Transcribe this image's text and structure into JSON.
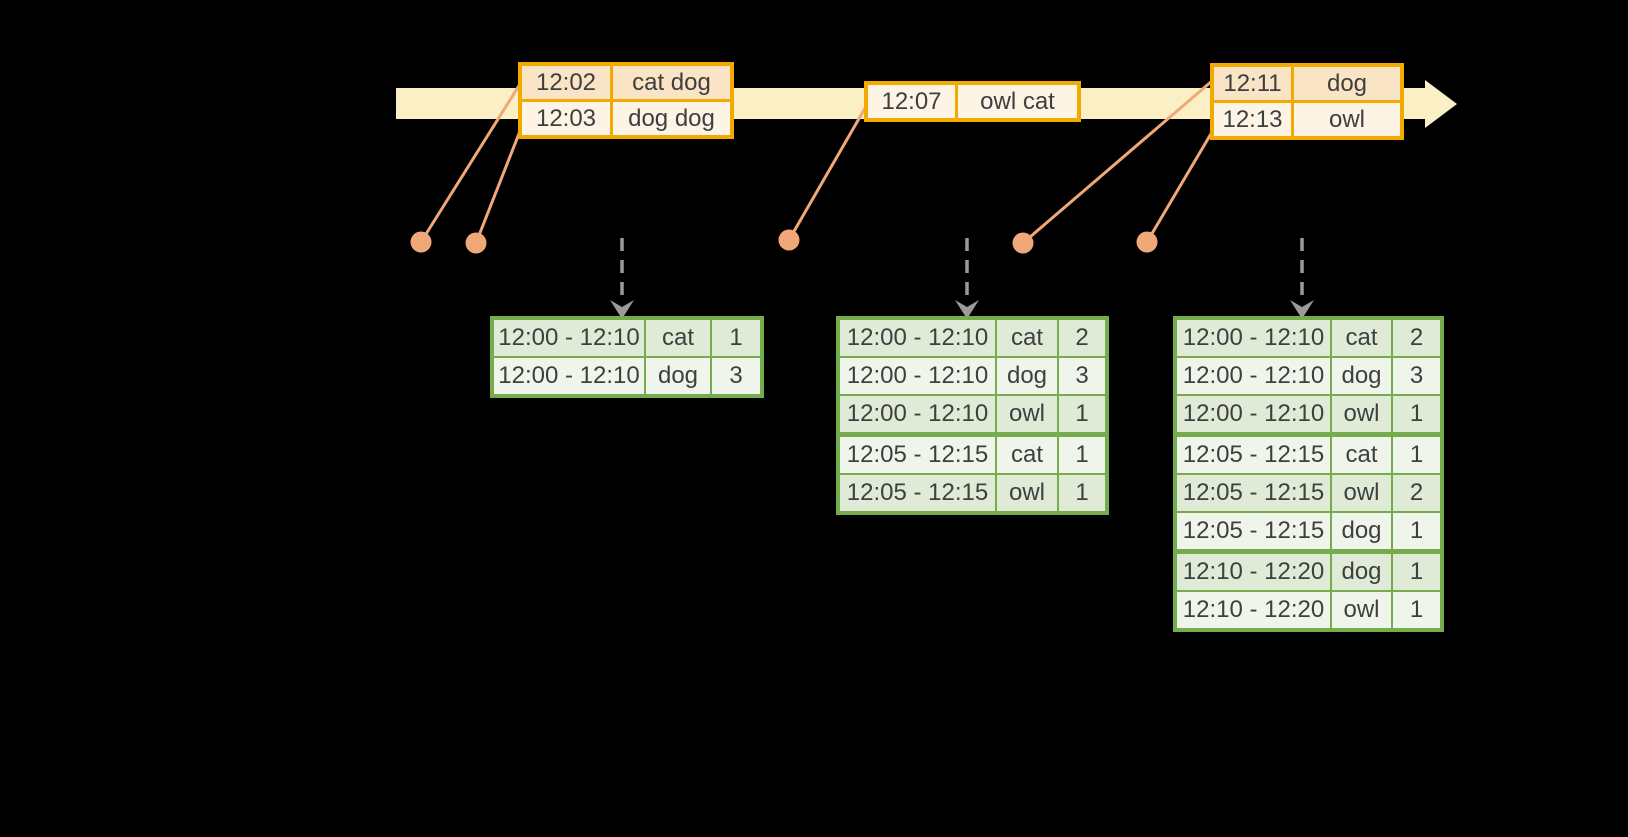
{
  "diagram": {
    "kind": "windowed-streaming-aggregation-timeline",
    "background": "#000000"
  },
  "colors": {
    "timeline_band": "#FBF0C5",
    "event_table_border": "#F2A900",
    "event_row_dark": "#FAE4C6",
    "event_row_light": "#FDF4E6",
    "connector_and_dots": "#F1A879",
    "result_table_border": "#76AB4E",
    "result_row_dark": "#DFEBD6",
    "result_row_light": "#F0F5EC",
    "trigger_arrow_gray": "#9A9A9A",
    "text": "#3F3F3F"
  },
  "timeline": {
    "event_tables": [
      {
        "rows": [
          [
            "12:02",
            "cat dog"
          ],
          [
            "12:03",
            "dog dog"
          ]
        ]
      },
      {
        "rows": [
          [
            "12:07",
            "owl cat"
          ]
        ]
      },
      {
        "rows": [
          [
            "12:11",
            "dog"
          ],
          [
            "12:13",
            "owl"
          ]
        ]
      }
    ]
  },
  "result_tables": [
    {
      "rows": [
        [
          "12:00 - 12:10",
          "cat",
          "1"
        ],
        [
          "12:00 - 12:10",
          "dog",
          "3"
        ]
      ]
    },
    {
      "rows": [
        [
          "12:00 - 12:10",
          "cat",
          "2"
        ],
        [
          "12:00 - 12:10",
          "dog",
          "3"
        ],
        [
          "12:00 - 12:10",
          "owl",
          "1"
        ],
        [
          "12:05 - 12:15",
          "cat",
          "1"
        ],
        [
          "12:05 - 12:15",
          "owl",
          "1"
        ]
      ]
    },
    {
      "rows": [
        [
          "12:00 - 12:10",
          "cat",
          "2"
        ],
        [
          "12:00 - 12:10",
          "dog",
          "3"
        ],
        [
          "12:00 - 12:10",
          "owl",
          "1"
        ],
        [
          "12:05 - 12:15",
          "cat",
          "1"
        ],
        [
          "12:05 - 12:15",
          "owl",
          "2"
        ],
        [
          "12:05 - 12:15",
          "dog",
          "1"
        ],
        [
          "12:10 - 12:20",
          "dog",
          "1"
        ],
        [
          "12:10 - 12:20",
          "owl",
          "1"
        ]
      ]
    }
  ]
}
